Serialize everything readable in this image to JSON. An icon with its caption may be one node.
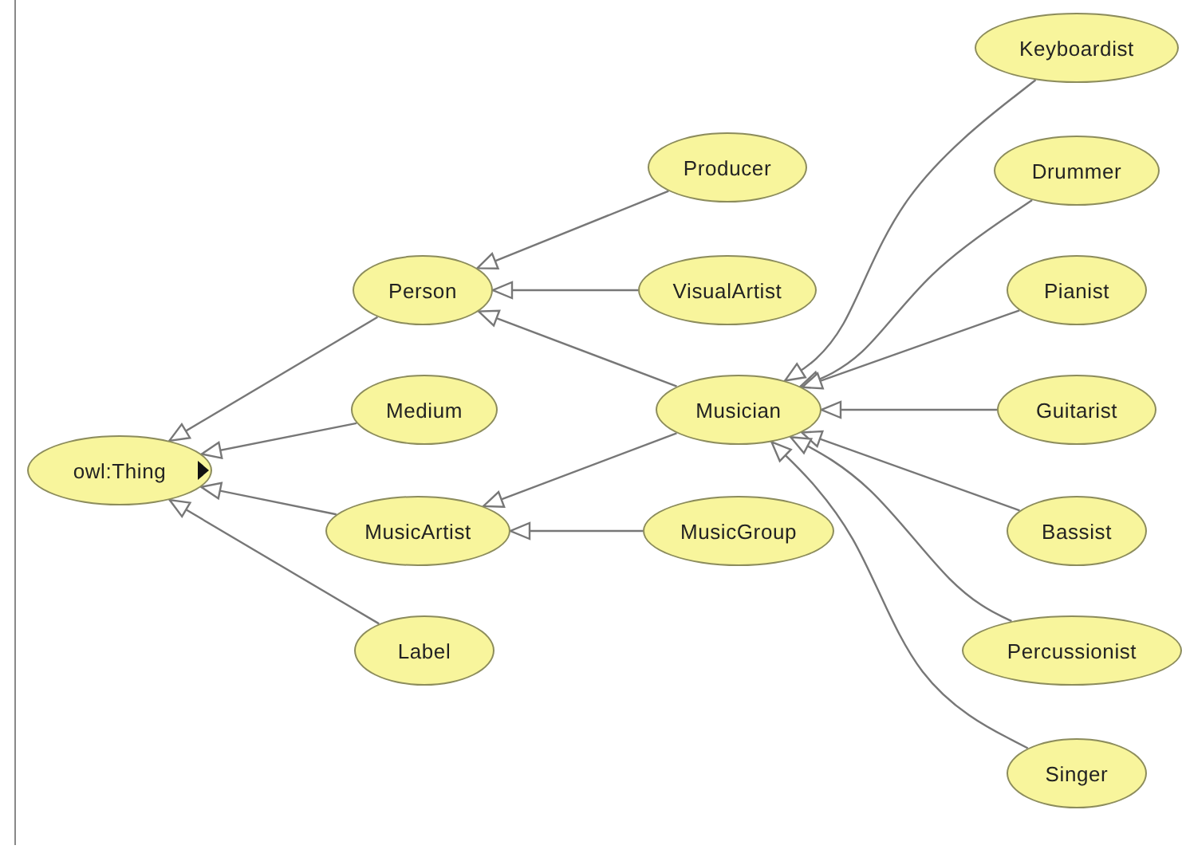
{
  "diagram": {
    "nodes": [
      {
        "text": [
          "owl:Thing"
        ]
      },
      {
        "text": [
          "Person"
        ]
      },
      {
        "text": [
          "Medium"
        ]
      },
      {
        "text": [
          "MusicArtist"
        ]
      },
      {
        "text": [
          "Label"
        ]
      },
      {
        "text": [
          "Producer"
        ]
      },
      {
        "text": [
          "VisualArtist"
        ]
      },
      {
        "text": [
          "Musician"
        ]
      },
      {
        "text": [
          "MusicGroup"
        ]
      },
      {
        "text": [
          "Keyboardist"
        ]
      },
      {
        "text": [
          "Drummer"
        ]
      },
      {
        "text": [
          "Pianist"
        ]
      },
      {
        "text": [
          "Guitarist"
        ]
      },
      {
        "text": [
          "Bassist"
        ]
      },
      {
        "text": [
          "Percussionist"
        ]
      },
      {
        "text": [
          "Singer"
        ]
      }
    ],
    "edges": [
      {
        "from": 1,
        "to": 0,
        "arrow": "to"
      },
      {
        "from": 2,
        "to": 0,
        "arrow": "to"
      },
      {
        "from": 3,
        "to": 0,
        "arrow": "to"
      },
      {
        "from": 4,
        "to": 0,
        "arrow": "to"
      },
      {
        "from": 5,
        "to": 1,
        "arrow": "to"
      },
      {
        "from": 6,
        "to": 1,
        "arrow": "to"
      },
      {
        "from": 7,
        "to": 1,
        "arrow": "to"
      },
      {
        "from": 7,
        "to": 3,
        "arrow": "to"
      },
      {
        "from": 8,
        "to": 3,
        "arrow": "to"
      },
      {
        "from": 9,
        "to": 7,
        "arrow": "to"
      },
      {
        "from": 10,
        "to": 7,
        "arrow": "to"
      },
      {
        "from": 11,
        "to": 7,
        "arrow": "to"
      },
      {
        "from": 12,
        "to": 7,
        "arrow": "to"
      },
      {
        "from": 13,
        "to": 7,
        "arrow": "to"
      },
      {
        "from": 14,
        "to": 7,
        "arrow": "to"
      },
      {
        "from": 15,
        "to": 7,
        "arrow": "to"
      }
    ]
  }
}
